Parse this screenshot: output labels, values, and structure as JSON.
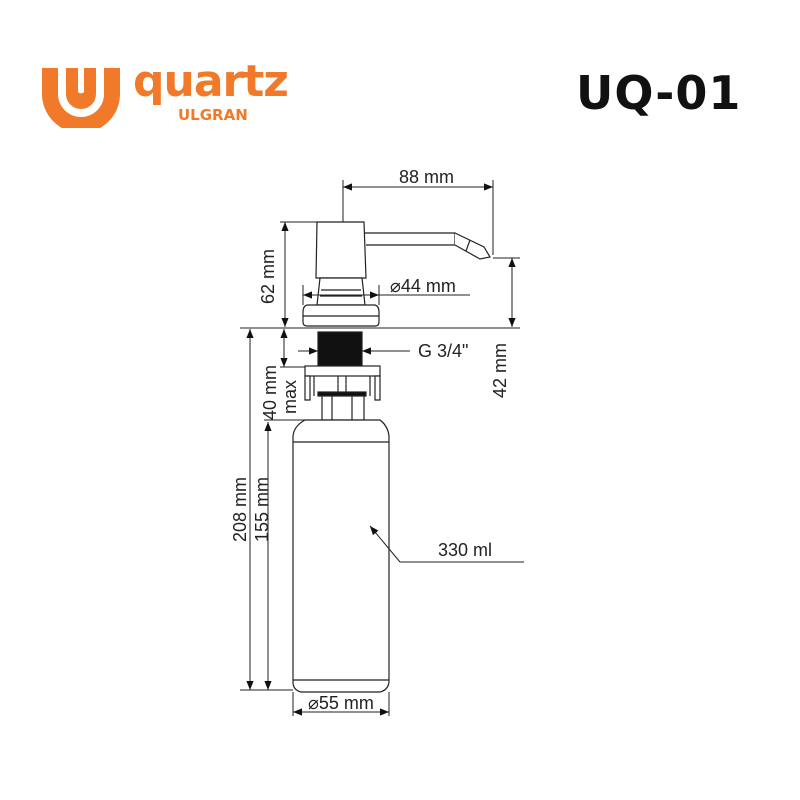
{
  "header": {
    "brand": "quartz",
    "sub_brand": "ULGRAN",
    "model": "UQ-01",
    "brand_color": "#f07a2a"
  },
  "logo": {
    "icon": "ulgran-u-logo-icon"
  },
  "drawing": {
    "subject": "soap dispenser technical drawing",
    "dimensions": {
      "spout_length": "88 mm",
      "head_height": "62 mm",
      "head_diameter": "⌀44 mm",
      "thread": "G 3/4\"",
      "spout_height": "42 mm",
      "max_thickness": "40 mm",
      "max_label": "max",
      "total_below": "208 mm",
      "bottle_height": "155 mm",
      "bottle_volume": "330 ml",
      "bottle_diameter": "⌀55 mm"
    }
  }
}
